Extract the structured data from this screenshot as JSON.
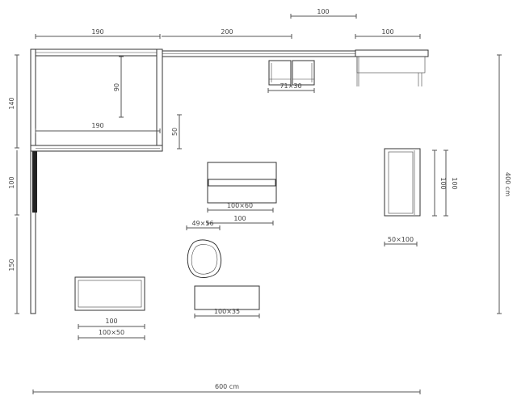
{
  "dimensions": {
    "top_100": "100",
    "wall_190": "190",
    "wall_200": "200",
    "wall_100_right": "100",
    "room_90": "90",
    "room_190": "190",
    "left_140": "140",
    "left_100": "100",
    "left_150": "150",
    "post_50": "50",
    "window_71x30": "71×30",
    "right_total": "400 cm",
    "bottom_total": "600 cm"
  },
  "furniture": {
    "sofa_size": "100×60",
    "sofa_length": "100",
    "chair_size": "49×56",
    "table_size": "100×35",
    "bench_length": "100",
    "bench_size": "100×50",
    "wardrobe_size": "50×100",
    "wardrobe_height_a": "100",
    "wardrobe_height_b": "100"
  },
  "colors": {
    "line": "#333333",
    "dim": "#555555",
    "text": "#444444",
    "wall_dark": "#222222"
  }
}
